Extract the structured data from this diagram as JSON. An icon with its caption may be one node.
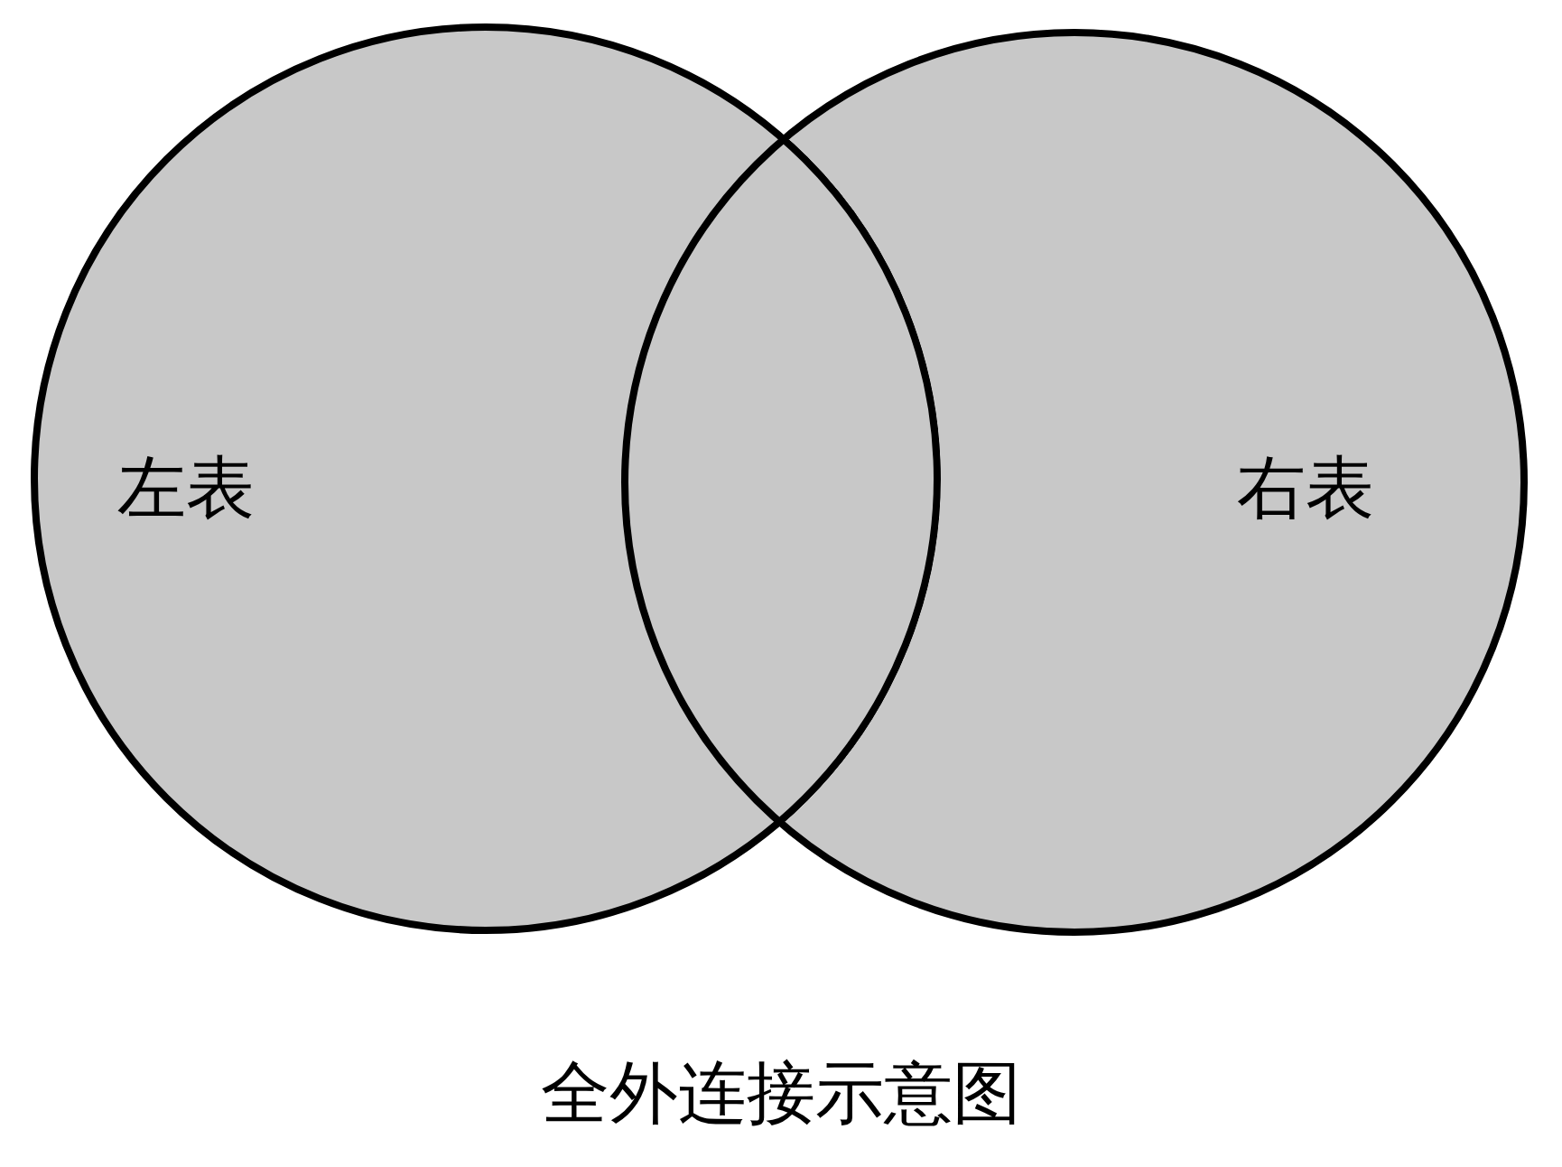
{
  "diagram": {
    "caption": "全外连接示意图",
    "nodes": [
      {
        "text": [
          "左表"
        ]
      },
      {
        "text": [
          "右表"
        ]
      }
    ]
  }
}
